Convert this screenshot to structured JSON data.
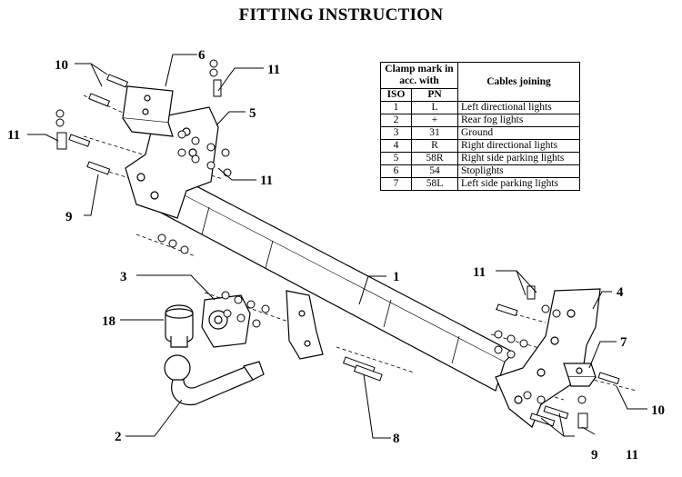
{
  "title": "FITTING INSTRUCTION",
  "table": {
    "header_clamp": "Clamp mark in acc. with",
    "header_cables": "Cables joining",
    "col_iso": "ISO",
    "col_pn": "PN",
    "rows": [
      {
        "iso": "1",
        "pn": "L",
        "desc": "Left directional lights"
      },
      {
        "iso": "2",
        "pn": "+",
        "desc": "Rear fog lights"
      },
      {
        "iso": "3",
        "pn": "31",
        "desc": "Ground"
      },
      {
        "iso": "4",
        "pn": "R",
        "desc": "Right directional lights"
      },
      {
        "iso": "5",
        "pn": "58R",
        "desc": "Right side parking lights"
      },
      {
        "iso": "6",
        "pn": "54",
        "desc": "Stoplights"
      },
      {
        "iso": "7",
        "pn": "58L",
        "desc": "Left side parking lights"
      }
    ]
  },
  "callouts": {
    "c1": "1",
    "c2": "2",
    "c3": "3",
    "c4": "4",
    "c5": "5",
    "c6": "6",
    "c7": "7",
    "c8": "8",
    "c9a": "9",
    "c9b": "9",
    "c10a": "10",
    "c10b": "10",
    "c11a": "11",
    "c11b": "11",
    "c11c": "11",
    "c11d": "11",
    "c11e": "11",
    "c18": "18"
  }
}
